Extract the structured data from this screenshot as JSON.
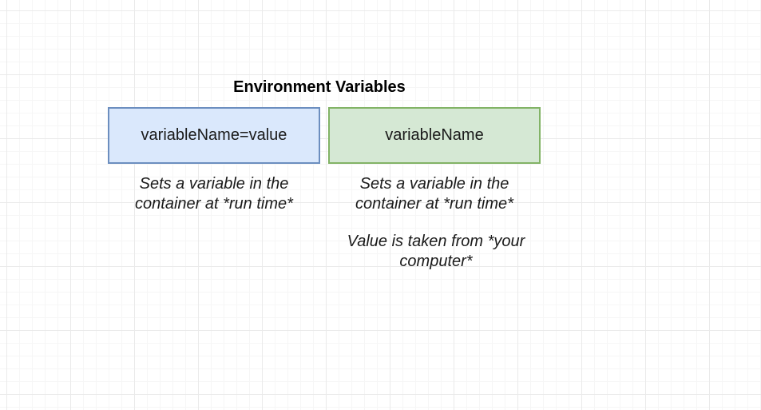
{
  "diagram": {
    "title": "Environment Variables",
    "boxes": [
      {
        "label": "variableName=value",
        "fill": "#dae8fc",
        "stroke": "#6c8ebf"
      },
      {
        "label": "variableName",
        "fill": "#d5e8d4",
        "stroke": "#82b366"
      }
    ],
    "captions": {
      "left": [
        "Sets a variable in the",
        "container at *run time*"
      ],
      "right_primary": [
        "Sets a variable in the",
        "container at *run time*"
      ],
      "right_secondary": [
        "Value is taken from *your",
        "computer*"
      ]
    }
  }
}
